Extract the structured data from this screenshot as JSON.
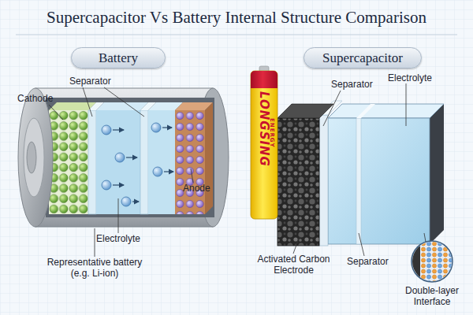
{
  "diagram": {
    "title": "Supercapacitor Vs Battery Internal Structure Comparison",
    "nodes": [
      {
        "text": [
          "Battery"
        ]
      },
      {
        "text": [
          "Supercapacitor"
        ]
      }
    ],
    "labels": [
      "Cathode",
      "Separator",
      "Electrolyte",
      "Anode",
      "Representative battery (e.g. Li-ion)",
      "LONGSING",
      "ENERGY",
      "Separator",
      "Electrolyte",
      "Activated Carbon Electrode",
      "Separator",
      "Double-layer Interface"
    ]
  }
}
